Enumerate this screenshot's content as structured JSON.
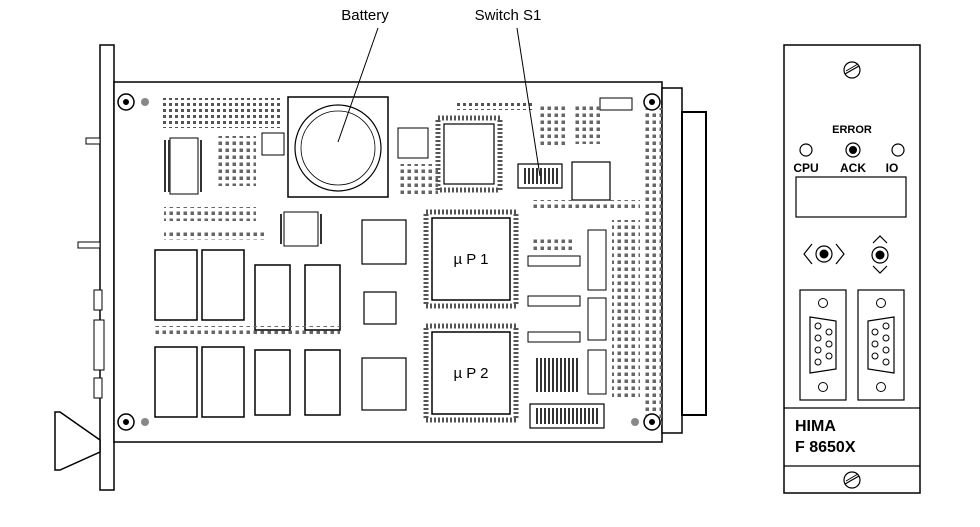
{
  "callouts": {
    "battery": "Battery",
    "switch": "Switch S1"
  },
  "cpu_labels": {
    "up1": "µ P 1",
    "up2": "µ P 2"
  },
  "front_panel": {
    "error_label": "ERROR",
    "led_cpu": "CPU",
    "led_ack": "ACK",
    "led_io": "IO",
    "brand": "HIMA",
    "model": "F 8650X"
  }
}
